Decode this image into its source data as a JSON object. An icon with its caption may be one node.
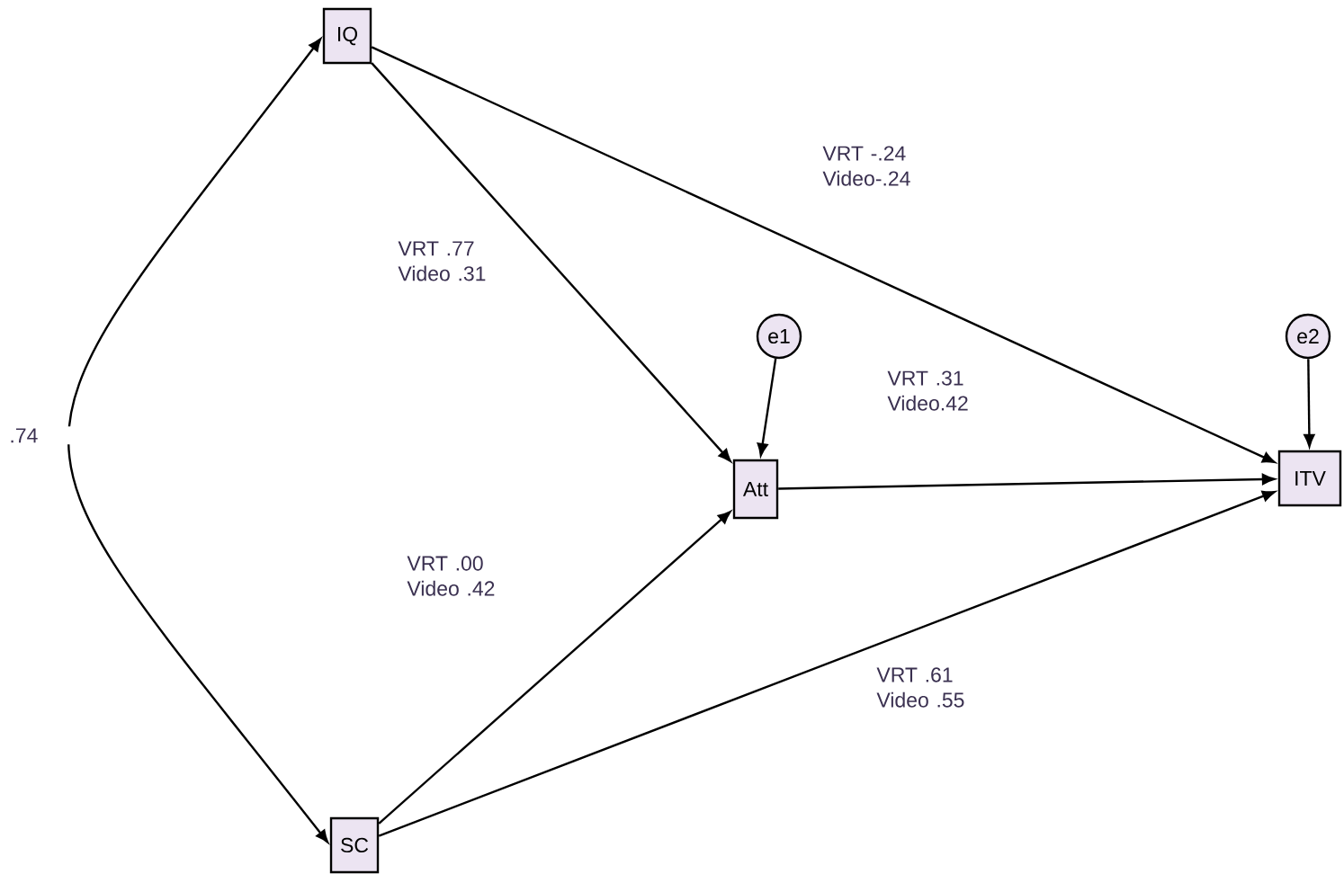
{
  "diagram": {
    "nodes": [
      {
        "text": [
          "IQ"
        ]
      },
      {
        "text": [
          "e1"
        ]
      },
      {
        "text": [
          "Att"
        ]
      },
      {
        "text": [
          "e2"
        ]
      },
      {
        "text": [
          "ITV"
        ]
      },
      {
        "text": [
          "SC"
        ]
      }
    ],
    "edges": [
      {
        "from": 0,
        "to": 2,
        "arrow": "to",
        "label": "VRT .77 Video .31"
      },
      {
        "from": 0,
        "to": 4,
        "arrow": "to",
        "label": "VRT -.24 Video-.24"
      },
      {
        "from": 1,
        "to": 2,
        "arrow": "to"
      },
      {
        "from": 3,
        "to": 4,
        "arrow": "to"
      },
      {
        "from": 2,
        "to": 4,
        "arrow": "to",
        "label": "VRT .31 Video.42"
      },
      {
        "from": 5,
        "to": 2,
        "arrow": "to",
        "label": "VRT .00 Video .42"
      },
      {
        "from": 5,
        "to": 4,
        "arrow": "to",
        "label": "VRT .61 Video .55"
      },
      {
        "from": 0,
        "to": 5,
        "arrow": "both",
        "label": ".74"
      }
    ]
  }
}
